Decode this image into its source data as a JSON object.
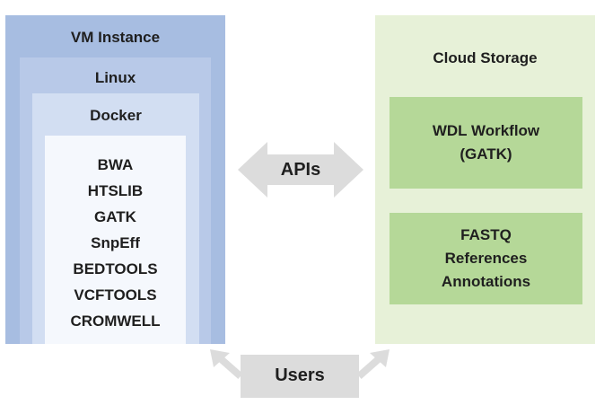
{
  "vm": {
    "title": "VM Instance",
    "linux": {
      "title": "Linux",
      "docker": {
        "title": "Docker",
        "tools": [
          "BWA",
          "HTSLIB",
          "GATK",
          "SnpEff",
          "BEDTOOLS",
          "VCFTOOLS",
          "CROMWELL"
        ]
      }
    }
  },
  "storage": {
    "title": "Cloud Storage",
    "workflow_card": [
      "WDL Workflow",
      "(GATK)"
    ],
    "data_card": [
      "FASTQ",
      "References",
      "Annotations"
    ]
  },
  "connectors": {
    "apis_label": "APIs",
    "users_label": "Users"
  },
  "colors": {
    "vm_outer": "#a7bde1",
    "linux": "#b8c9e8",
    "docker": "#d2def2",
    "tools_panel": "#f5f8fd",
    "storage_bg": "#e7f1d8",
    "storage_card": "#b5d898",
    "arrow_gray": "#dcdcdc"
  },
  "icons": {
    "apis": "double-headed-arrow-icon",
    "users": "users-arrows-icon"
  }
}
